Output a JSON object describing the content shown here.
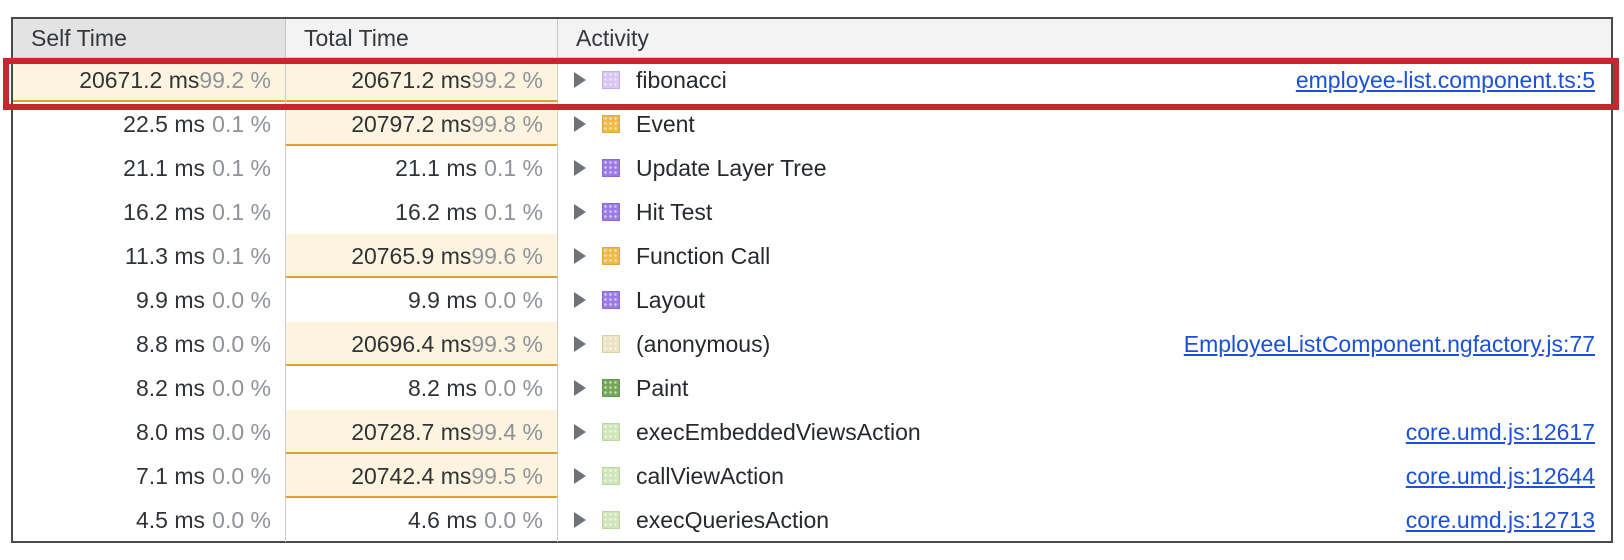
{
  "panel": {
    "name": "DevTools Performance Bottom-Up table"
  },
  "colors": {
    "link": "#1b50d8",
    "time_text": "#303438",
    "pct_text": "#8f9398",
    "activity_text": "#26292d",
    "bar_background": "#fcf4de",
    "bar_underline": "#dfa32b",
    "header_background": "#f3f3f3",
    "header_sorted_background": "#e3e3e3",
    "annotation_red": "#c3282f",
    "categories": {
      "scripting-light-purple": {
        "fill": "#d9c6f2",
        "border": "#c5aeea"
      },
      "scripting-yellow": {
        "fill": "#ecb94d",
        "border": "#dfa93c"
      },
      "rendering-purple": {
        "fill": "#9b7ce5",
        "border": "#8a69d6"
      },
      "scripting-tan": {
        "fill": "#ece3c2",
        "border": "#dcd0a5"
      },
      "painting-green": {
        "fill": "#74a659",
        "border": "#68984e"
      },
      "scripting-light-green": {
        "fill": "#d0e6ba",
        "border": "#bcd8a0"
      }
    }
  },
  "table": {
    "columns": [
      {
        "label": "Self Time",
        "sorted": true
      },
      {
        "label": "Total Time",
        "sorted": false
      },
      {
        "label": "Activity",
        "sorted": false
      }
    ],
    "rows": [
      {
        "self_time": "20671.2 ms",
        "self_pct": "99.2 %",
        "total_time": "20671.2 ms",
        "total_pct": "99.2 %",
        "activity": "fibonacci",
        "link": "employee-list.component.ts:5",
        "category": "scripting-light-purple",
        "self_bar": true,
        "total_bar": true,
        "highlighted": true
      },
      {
        "self_time": "22.5 ms",
        "self_pct": "0.1 %",
        "total_time": "20797.2 ms",
        "total_pct": "99.8 %",
        "activity": "Event",
        "link": "",
        "category": "scripting-yellow",
        "self_bar": false,
        "total_bar": true,
        "highlighted": false
      },
      {
        "self_time": "21.1 ms",
        "self_pct": "0.1 %",
        "total_time": "21.1 ms",
        "total_pct": "0.1 %",
        "activity": "Update Layer Tree",
        "link": "",
        "category": "rendering-purple",
        "self_bar": false,
        "total_bar": false,
        "highlighted": false
      },
      {
        "self_time": "16.2 ms",
        "self_pct": "0.1 %",
        "total_time": "16.2 ms",
        "total_pct": "0.1 %",
        "activity": "Hit Test",
        "link": "",
        "category": "rendering-purple",
        "self_bar": false,
        "total_bar": false,
        "highlighted": false
      },
      {
        "self_time": "11.3 ms",
        "self_pct": "0.1 %",
        "total_time": "20765.9 ms",
        "total_pct": "99.6 %",
        "activity": "Function Call",
        "link": "",
        "category": "scripting-yellow",
        "self_bar": false,
        "total_bar": true,
        "highlighted": false
      },
      {
        "self_time": "9.9 ms",
        "self_pct": "0.0 %",
        "total_time": "9.9 ms",
        "total_pct": "0.0 %",
        "activity": "Layout",
        "link": "",
        "category": "rendering-purple",
        "self_bar": false,
        "total_bar": false,
        "highlighted": false
      },
      {
        "self_time": "8.8 ms",
        "self_pct": "0.0 %",
        "total_time": "20696.4 ms",
        "total_pct": "99.3 %",
        "activity": "(anonymous)",
        "link": "EmployeeListComponent.ngfactory.js:77",
        "category": "scripting-tan",
        "self_bar": false,
        "total_bar": true,
        "highlighted": false
      },
      {
        "self_time": "8.2 ms",
        "self_pct": "0.0 %",
        "total_time": "8.2 ms",
        "total_pct": "0.0 %",
        "activity": "Paint",
        "link": "",
        "category": "painting-green",
        "self_bar": false,
        "total_bar": false,
        "highlighted": false
      },
      {
        "self_time": "8.0 ms",
        "self_pct": "0.0 %",
        "total_time": "20728.7 ms",
        "total_pct": "99.4 %",
        "activity": "execEmbeddedViewsAction",
        "link": "core.umd.js:12617",
        "category": "scripting-light-green",
        "self_bar": false,
        "total_bar": true,
        "highlighted": false
      },
      {
        "self_time": "7.1 ms",
        "self_pct": "0.0 %",
        "total_time": "20742.4 ms",
        "total_pct": "99.5 %",
        "activity": "callViewAction",
        "link": "core.umd.js:12644",
        "category": "scripting-light-green",
        "self_bar": false,
        "total_bar": true,
        "highlighted": false
      },
      {
        "self_time": "4.5 ms",
        "self_pct": "0.0 %",
        "total_time": "4.6 ms",
        "total_pct": "0.0 %",
        "activity": "execQueriesAction",
        "link": "core.umd.js:12713",
        "category": "scripting-light-green",
        "self_bar": false,
        "total_bar": false,
        "highlighted": false
      }
    ]
  }
}
